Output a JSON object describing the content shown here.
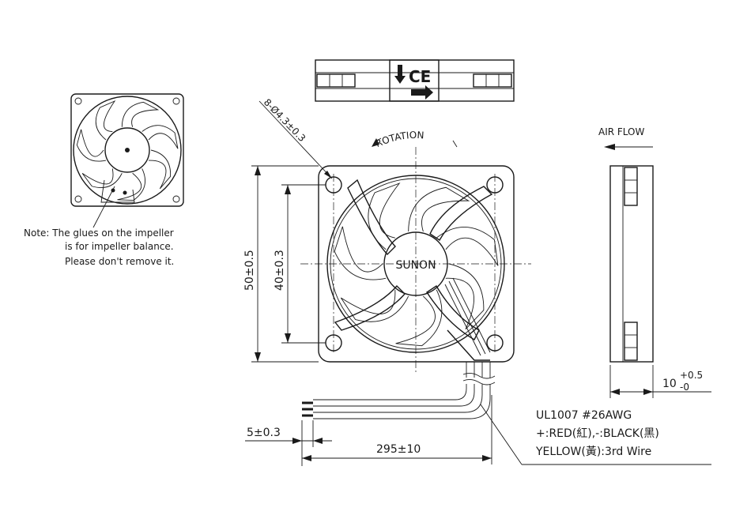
{
  "note": {
    "line1": "Note: The glues on the impeller",
    "line2": "is for impeller balance.",
    "line3": "Please don't remove it."
  },
  "labels": {
    "brand": "SUNON",
    "rotation": "ROTATION",
    "air_flow": "AIR FLOW",
    "holes": "8-Ø4.3±0.3"
  },
  "dimensions": {
    "outer": "50±0.5",
    "hole_pitch": "40±0.3",
    "thickness_base": "10",
    "thickness_upper": "+0.5",
    "thickness_lower": "-0",
    "strip": "5±0.3",
    "lead_length": "295±10"
  },
  "wire_spec": {
    "line1": "UL1007 #26AWG",
    "line2": "+:RED(紅),-:BLACK(黑)",
    "line3": "YELLOW(黃):3rd Wire"
  },
  "marks": {
    "ce": "CE"
  }
}
